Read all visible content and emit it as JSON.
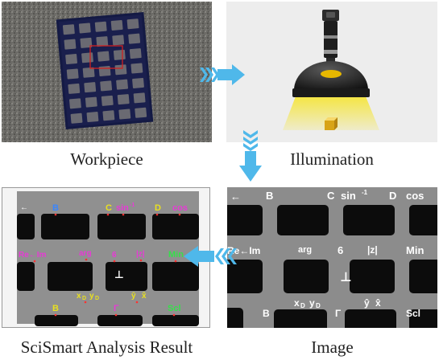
{
  "captions": {
    "workpiece": "Workpiece",
    "illumination": "Illumination",
    "result": "SciSmart Analysis Result",
    "image": "Image"
  },
  "keypad": {
    "row1": {
      "left": "←",
      "B": "B",
      "C": "C",
      "sin": "sin",
      "sin_exp": "-1",
      "D": "D",
      "cos": "cos"
    },
    "row2": {
      "re_im": "Re←Im",
      "arg": "arg",
      "six": "6",
      "abs": "|z|",
      "min": "Min"
    },
    "row3": {
      "xy": "x",
      "xy_sub": "D",
      "y": "y",
      "y_sub": "D",
      "yhat": "ŷ",
      "xhat": "x̂",
      "perp": "⊥"
    },
    "row4": {
      "b": "B",
      "gamma": "Γ",
      "scl": "Scl"
    }
  },
  "colors": {
    "arrow": "#4fb8ea",
    "key_bg": "#0c0c0c",
    "panel_bg": "#8e8e8e",
    "result_blue": "#3a86ff",
    "result_yellow": "#e8e020",
    "result_magenta": "#e83ad6",
    "result_green": "#36e04a",
    "result_red": "#ff3030"
  }
}
